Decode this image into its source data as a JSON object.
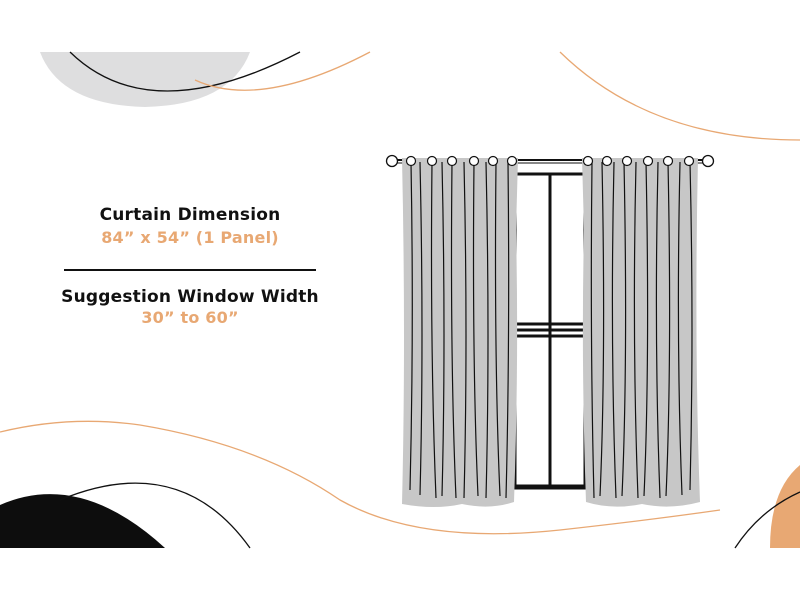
{
  "dimension": {
    "label": "Curtain Dimension",
    "value": "84” x 54” (1 Panel)"
  },
  "window_width": {
    "label": "Suggestion Window Width",
    "value": "30” to 60”"
  },
  "colors": {
    "accent": "#E8A873",
    "text": "#111111",
    "curtain_fill": "#C7C7C7",
    "gray_shape": "#DEDEDF",
    "dark_shape": "#0D0D0D"
  }
}
